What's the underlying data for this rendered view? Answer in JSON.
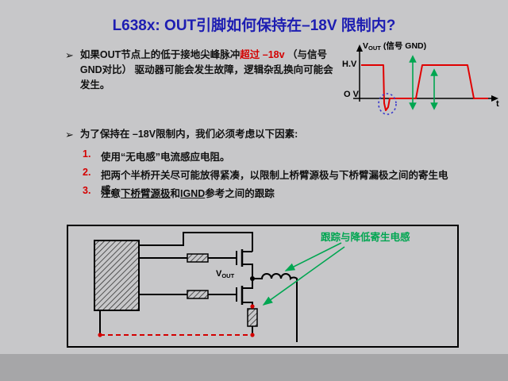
{
  "slide": {
    "title": "L638x: OUT引脚如何保持在–18V 限制内?",
    "bullet1": {
      "marker": "➢",
      "pre": "如果OUT节点上的低于接地尖峰脉冲",
      "highlight": "超过 –18v",
      "post": " （与信号GND对比） 驱动器可能会发生故障，逻辑杂乱换向可能会发生。"
    },
    "bullet2": {
      "marker": "➢",
      "text": "为了保持在 –18V限制内，我们必须考虑以下因素:"
    },
    "factors": [
      {
        "num": "1.",
        "text": "使用“无电感”电流感应电阻。"
      },
      {
        "num": "2.",
        "text": "把两个半桥开关尽可能放得紧凑，以限制上桥臂源极与下桥臂漏极之间的寄生电感。"
      },
      {
        "num": "3.",
        "pre": "注意",
        "u1": "下桥臂源极",
        "mid": "和",
        "u2": "IGND",
        "post": "参考之间的跟踪"
      }
    ],
    "waveform": {
      "v_label": "V",
      "v_sub": "OUT",
      "gnd_label": "(信号 GND)",
      "hv_label": "H.V",
      "zero_label": "O V",
      "t_label": "t"
    },
    "circuit": {
      "vout_label": "V",
      "vout_sub": "OUT",
      "annotation": "跟踪与降低寄生电感"
    },
    "colors": {
      "title_blue": "#1d1db2",
      "highlight_red": "#d40000",
      "annotation_green": "#00a651",
      "trace_red": "#e00000",
      "ellipse_blue": "#3a3acc",
      "background_gray": "#c7c7c9"
    }
  }
}
